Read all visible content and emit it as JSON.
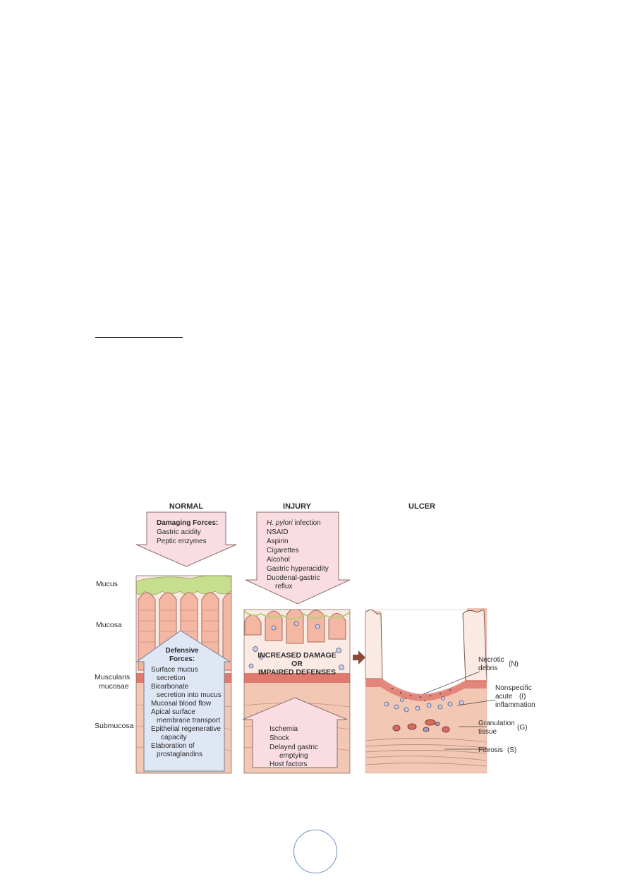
{
  "panels": {
    "normal": "NORMAL",
    "injury": "INJURY",
    "ulcer": "ULCER"
  },
  "layers": {
    "mucus": "Mucus",
    "mucosa": "Mucosa",
    "muscularis_1": "Muscularis",
    "muscularis_2": "mucosae",
    "submucosa": "Submucosa"
  },
  "damaging": {
    "title": "Damaging Forces:",
    "items": [
      "Gastric acidity",
      "Peptic enzymes"
    ]
  },
  "injury_factors": {
    "first_italic": "H. pylori",
    "first_rest": " infection",
    "items": [
      "NSAID",
      "Aspirin",
      "Cigarettes",
      "Alcohol",
      "Gastric hyperacidity",
      "Duodenal-gastric",
      "reflux"
    ]
  },
  "defensive": {
    "title_1": "Defensive",
    "title_2": "Forces:",
    "items": [
      "Surface mucus",
      "secretion",
      "Bicarbonate",
      "secretion into mucus",
      "Mucosal blood flow",
      "Apical surface",
      "membrane transport",
      "Epithelial regenerative",
      "capacity",
      "Elaboration of",
      "prostaglandins"
    ]
  },
  "center_text": {
    "line1": "INCREASED DAMAGE",
    "line2": "OR",
    "line3": "IMPAIRED DEFENSES"
  },
  "host": {
    "items": [
      "Ischemia",
      "Shock",
      "Delayed gastric",
      "emptying",
      "Host factors"
    ]
  },
  "ulcer_labels": {
    "necrotic_1": "Necrotic",
    "necrotic_2": "debris",
    "necrotic_code": "(N)",
    "inflam_1": "Nonspecific",
    "inflam_2": "acute",
    "inflam_3": "inflammation",
    "inflam_code": "(I)",
    "gran_1": "Granulation",
    "gran_2": "tissue",
    "gran_code": "(G)",
    "fibrosis": "Fibrosis",
    "fibrosis_code": "(S)"
  },
  "colors": {
    "submucosa": "#f2c7b3",
    "mucosa_bg": "#fbe9e4",
    "crypt": "#f3b7a3",
    "mucus": "#c8de8f",
    "muscularis": "#e07a6f",
    "arrow_pink": "#f9dde3",
    "arrow_blue": "#dfe6f4",
    "brown_arrow": "#8b4a38",
    "page_circle": "#6b8ec7"
  }
}
